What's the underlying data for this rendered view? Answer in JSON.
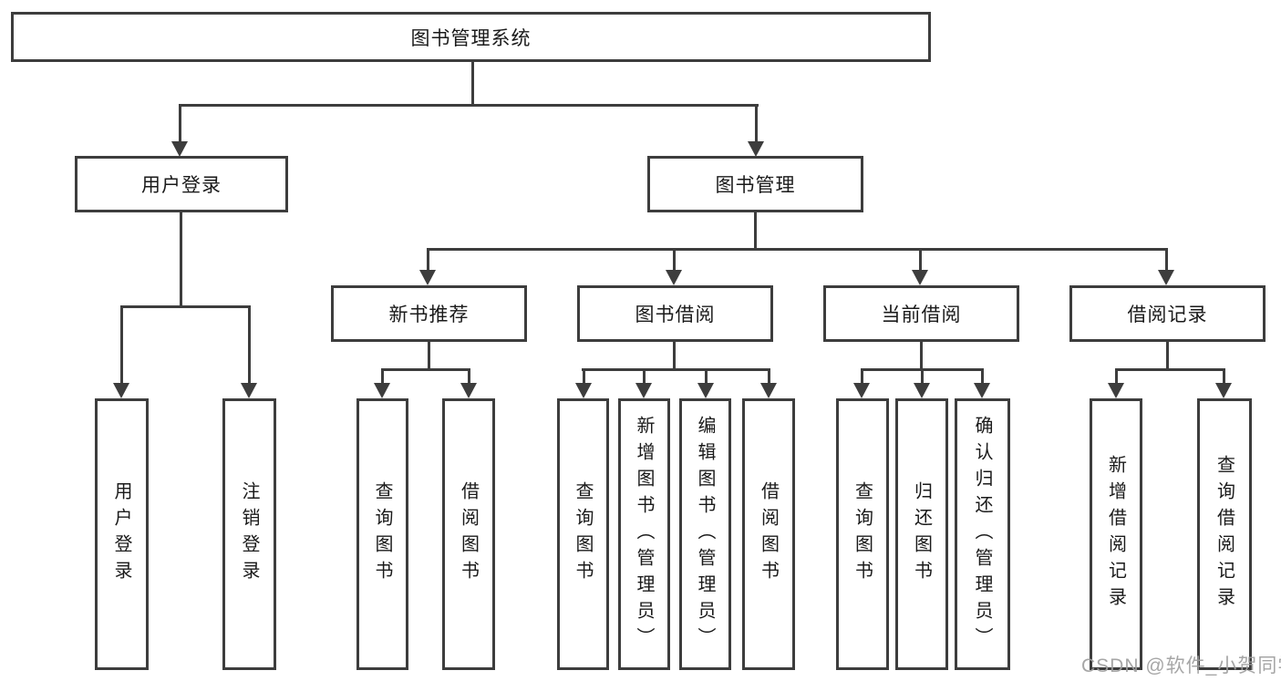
{
  "tree": {
    "root": {
      "label": "图书管理系统",
      "children": [
        {
          "label": "用户登录",
          "children": [
            {
              "label": "用户登录"
            },
            {
              "label": "注销登录"
            }
          ]
        },
        {
          "label": "图书管理",
          "children": [
            {
              "label": "新书推荐",
              "children": [
                {
                  "label": "查询图书"
                },
                {
                  "label": "借阅图书"
                }
              ]
            },
            {
              "label": "图书借阅",
              "children": [
                {
                  "label": "查询图书"
                },
                {
                  "label": "新增图书（管理员）"
                },
                {
                  "label": "编辑图书（管理员）"
                },
                {
                  "label": "借阅图书"
                }
              ]
            },
            {
              "label": "当前借阅",
              "children": [
                {
                  "label": "查询图书"
                },
                {
                  "label": "归还图书"
                },
                {
                  "label": "确认归还（管理员）"
                }
              ]
            },
            {
              "label": "借阅记录",
              "children": [
                {
                  "label": "新增借阅记录"
                },
                {
                  "label": "查询借阅记录"
                }
              ]
            }
          ]
        }
      ]
    }
  },
  "watermark": {
    "text": "CSDN @软件_小贺同学"
  },
  "colors": {
    "line": "#3d3d3d",
    "text": "#1a1a1a",
    "watermark": "#9e9e9e",
    "background": "#ffffff"
  }
}
